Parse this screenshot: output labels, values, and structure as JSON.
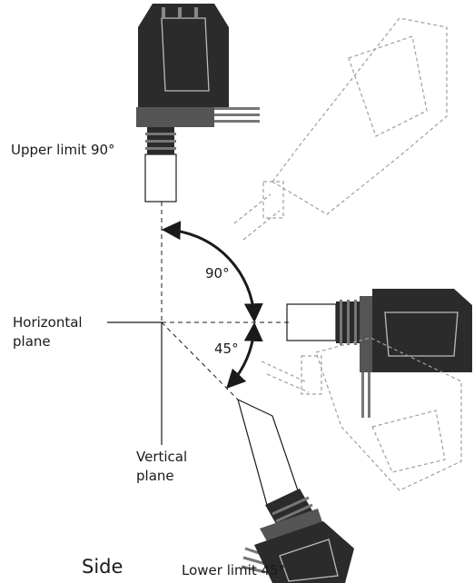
{
  "labels": {
    "upper_limit": "Upper limit 90°",
    "angle_90": "90°",
    "angle_45": "45°",
    "horizontal_plane_line1": "Horizontal",
    "horizontal_plane_line2": "plane",
    "vertical_plane_line1": "Vertical",
    "vertical_plane_line2": "plane",
    "lower_limit": "Lower limit 45°",
    "view": "Side"
  },
  "angles": {
    "upper_limit_deg": 90,
    "lower_limit_deg": 45
  },
  "colors": {
    "line": "#1a1a1a",
    "ghost": "#9aa0a8",
    "device_dark": "#2b2b2b",
    "device_mid": "#555555"
  }
}
